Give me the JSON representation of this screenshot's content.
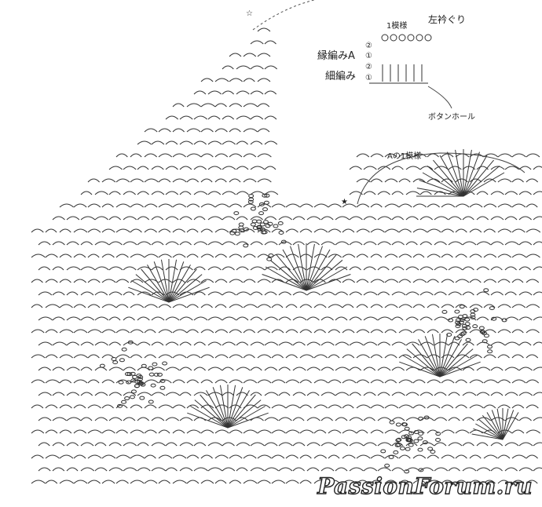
{
  "legend": {
    "neckline_label": "左衿ぐり",
    "one_repeat_label": "1模様",
    "edging_a_label": "縁編みA",
    "single_crochet_label": "細編み",
    "row2": "②",
    "row1": "①",
    "buttonhole_label": "ボタンホール"
  },
  "repeat_a_label": "Aの1模様",
  "markers": {
    "open_star": "☆",
    "filled_star": "★"
  },
  "watermark": "PassionForum.ru",
  "colors": {
    "ink": "#222222",
    "background": "#ffffff"
  }
}
